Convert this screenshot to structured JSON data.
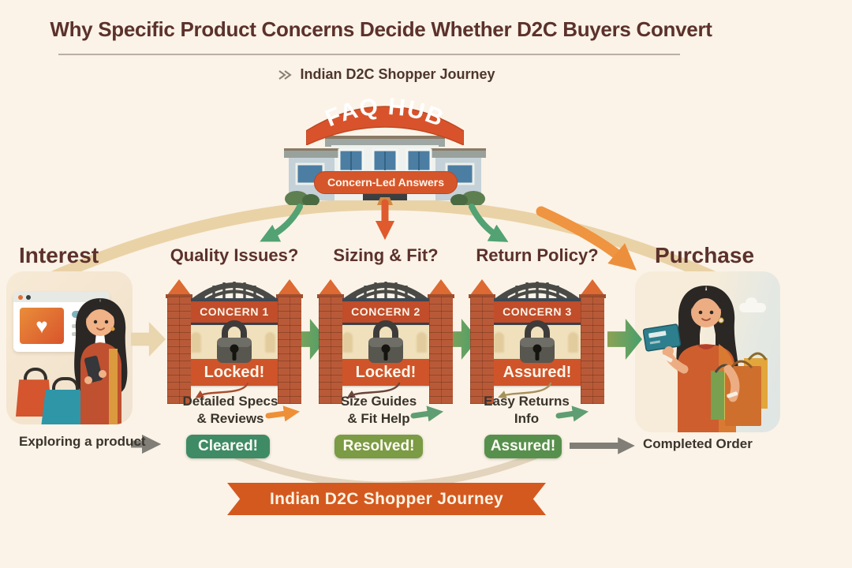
{
  "title": "Why Specific Product Concerns Decide Whether D2C Buyers Convert",
  "subtitle": {
    "icon": "double-chevron-right",
    "text": "Indian D2C Shopper Journey"
  },
  "hub": {
    "sign": "FAQ HUB",
    "banner": "Concern-Led Answers"
  },
  "journey": {
    "start": {
      "label": "Interest",
      "caption": "Exploring a product"
    },
    "end": {
      "label": "Purchase",
      "caption": "Completed Order"
    }
  },
  "concerns": [
    {
      "question": "Quality Issues?",
      "gate": "CONCERN 1",
      "status": "Locked!",
      "fix_line1": "Detailed Specs",
      "fix_line2": "& Reviews",
      "result": "Cleared!"
    },
    {
      "question": "Sizing & Fit?",
      "gate": "CONCERN 2",
      "status": "Locked!",
      "fix_line1": "Size Guides",
      "fix_line2": "& Fit Help",
      "result": "Resolved!"
    },
    {
      "question": "Return Policy?",
      "gate": "CONCERN 3",
      "status": "Assured!",
      "fix_line1": "Easy Returns",
      "fix_line2": "Info",
      "result": "Assured!"
    }
  ],
  "ribbon": "Indian D2C Shopper Journey",
  "icons": {
    "subtitle": "double-chevron-right",
    "gate_lock": "padlock",
    "wishlist_heart": "♥"
  },
  "colors": {
    "background": "#FBF3E7",
    "heading": "#5C312C",
    "orange_primary": "#D6562B",
    "concern_banner": "#C14D2A",
    "status_banner": "#CF5429",
    "gate_navy": "#3E4852",
    "gate_tan": "#F0E1BC",
    "brick": "#B85A38",
    "arc_tan": "#EAD2A7",
    "pill_cleared": "#3E8B66",
    "pill_resolved": "#7B9B44",
    "pill_assured": "#57904D",
    "flow_arrow_green": "#47A06C",
    "text_dark": "#3A342C"
  }
}
